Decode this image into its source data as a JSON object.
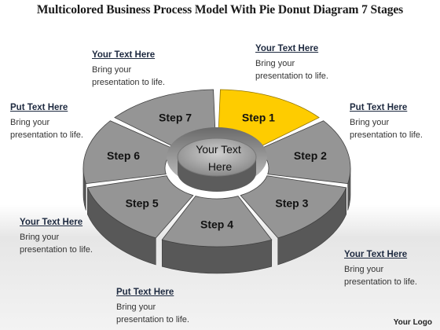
{
  "title": "Multicolored Business Process Model With Pie Donut Diagram 7 Stages",
  "center_text": [
    "Your Text",
    "Here"
  ],
  "steps": [
    {
      "label": "Step 1",
      "color": "#f2c200"
    },
    {
      "label": "Step 2",
      "color": "#6e6e6e"
    },
    {
      "label": "Step 3",
      "color": "#6e6e6e"
    },
    {
      "label": "Step 4",
      "color": "#6e6e6e"
    },
    {
      "label": "Step 5",
      "color": "#6e6e6e"
    },
    {
      "label": "Step 6",
      "color": "#6e6e6e"
    },
    {
      "label": "Step 7",
      "color": "#6e6e6e"
    }
  ],
  "callouts": {
    "top_right": {
      "heading": "Your Text Here",
      "body": "Bring your presentation to life."
    },
    "top_left": {
      "heading": "Your Text Here",
      "body": "Bring your presentation to life."
    },
    "right_upper": {
      "heading": "Put Text Here",
      "body": "Bring your presentation to life."
    },
    "left_upper": {
      "heading": "Put Text Here",
      "body": "Bring your presentation to life."
    },
    "left_lower": {
      "heading": "Your Text Here",
      "body": "Bring your presentation to life."
    },
    "right_lower": {
      "heading": "Your Text Here",
      "body": "Bring your presentation to life."
    },
    "bottom": {
      "heading": "Put Text Here",
      "body": "Bring your presentation to life."
    }
  },
  "footer": "Your Logo"
}
